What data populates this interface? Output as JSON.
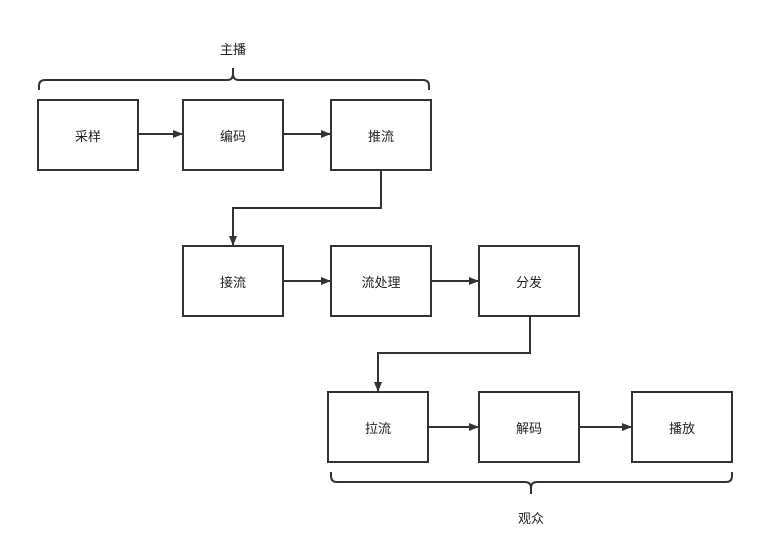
{
  "colors": {
    "stroke": "#333333",
    "text": "#222222",
    "background": "#ffffff"
  },
  "groups": {
    "anchor": "主播",
    "audience": "观众"
  },
  "nodes": {
    "sample": "采样",
    "encode": "编码",
    "push": "推流",
    "ingest": "接流",
    "process": "流处理",
    "distribute": "分发",
    "pull": "拉流",
    "decode": "解码",
    "play": "播放"
  }
}
